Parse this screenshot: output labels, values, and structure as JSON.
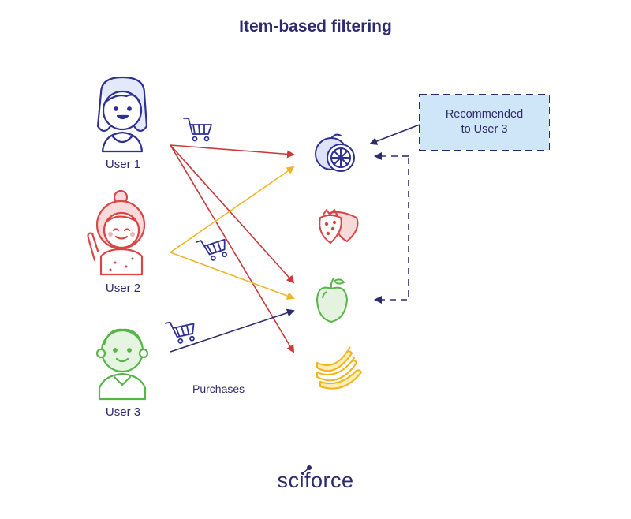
{
  "title": "Item-based filtering",
  "users": [
    {
      "label": "User 1",
      "color": "#2e3192"
    },
    {
      "label": "User 2",
      "color": "#d94545"
    },
    {
      "label": "User 3",
      "color": "#57b548"
    }
  ],
  "items": [
    {
      "icon": "orange-icon",
      "color": "#2e3192"
    },
    {
      "icon": "strawberry-icon",
      "color": "#d94545"
    },
    {
      "icon": "apple-icon",
      "color": "#57b548"
    },
    {
      "icon": "banana-icon",
      "color": "#f2b31b"
    }
  ],
  "edge_label": "Purchases",
  "recommendation": {
    "text": "Recommended\nto User 3",
    "fill": "#cfe5f8"
  },
  "logo": "sciforce",
  "colors": {
    "user1": "#c8393b",
    "user2": "#f0b429",
    "user3": "#2e2a6e",
    "text": "#2e2a6e"
  }
}
